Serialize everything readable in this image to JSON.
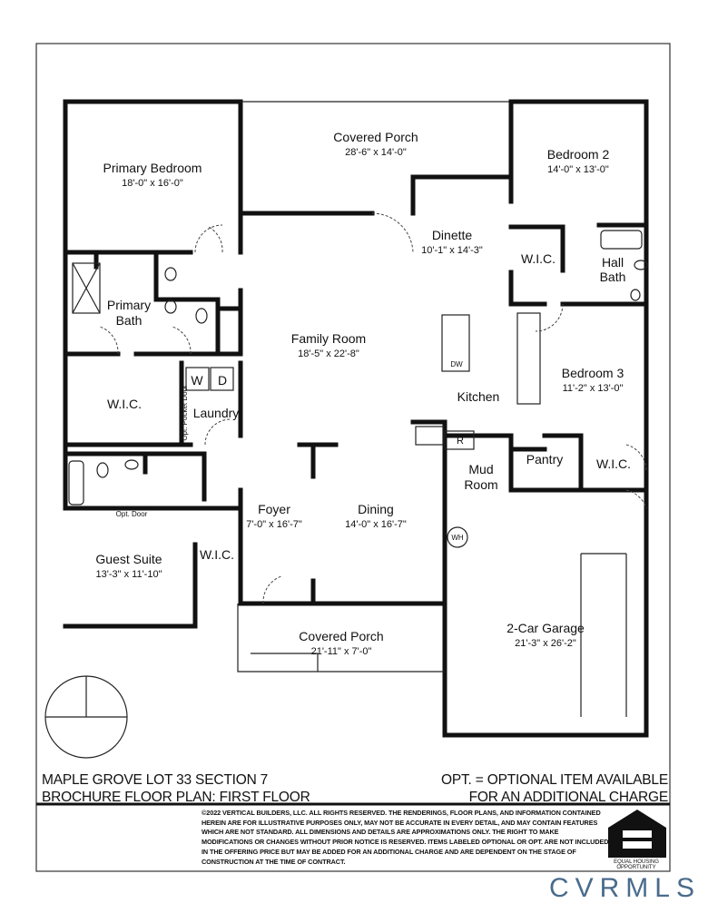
{
  "rooms": {
    "primary_bedroom": {
      "name": "Primary Bedroom",
      "dims": "18'-0\" x 16'-0\""
    },
    "covered_porch_rear": {
      "name": "Covered Porch",
      "dims": "28'-6\" x 14'-0\""
    },
    "bedroom_2": {
      "name": "Bedroom 2",
      "dims": "14'-0\" x 13'-0\""
    },
    "dinette": {
      "name": "Dinette",
      "dims": "10'-1\" x 14'-3\""
    },
    "wic_bed2": {
      "name": "W.I.C."
    },
    "hall_bath": {
      "name": "Hall",
      "name2": "Bath"
    },
    "primary_bath": {
      "name": "Primary",
      "name2": "Bath"
    },
    "family_room": {
      "name": "Family Room",
      "dims": "18'-5\" x 22'-8\""
    },
    "bedroom_3": {
      "name": "Bedroom 3",
      "dims": "11'-2\" x 13'-0\""
    },
    "wic_primary": {
      "name": "W.I.C."
    },
    "laundry": {
      "name": "Laundry",
      "washer": "W",
      "dryer": "D",
      "pocket_door": "Opt. Pocket Door"
    },
    "kitchen": {
      "name": "Kitchen",
      "dw": "DW",
      "fridge": "R"
    },
    "pantry": {
      "name": "Pantry"
    },
    "wic_bed3": {
      "name": "W.I.C."
    },
    "mud_room": {
      "name": "Mud",
      "name2": "Room"
    },
    "opt_door": {
      "name": "Opt. Door"
    },
    "foyer": {
      "name": "Foyer",
      "dims": "7'-0\" x 16'-7\""
    },
    "dining": {
      "name": "Dining",
      "dims": "14'-0\" x 16'-7\""
    },
    "water_heater": {
      "name": "WH"
    },
    "guest_suite": {
      "name": "Guest Suite",
      "dims": "13'-3\" x 11'-10\""
    },
    "wic_guest": {
      "name": "W.I.C."
    },
    "covered_porch_front": {
      "name": "Covered Porch",
      "dims": "21'-11\" x 7'-0\""
    },
    "garage": {
      "name": "2-Car Garage",
      "dims": "21'-3\" x 26'-2\""
    }
  },
  "title_block": {
    "line1": "MAPLE GROVE LOT 33 SECTION 7",
    "line2": "BROCHURE FLOOR PLAN:  FIRST FLOOR",
    "note1": "OPT. = OPTIONAL ITEM AVAILABLE",
    "note2": "FOR AN ADDITIONAL CHARGE"
  },
  "legal": "©2022 VERTICAL BUILDERS, LLC.  ALL RIGHTS RESERVED.  THE RENDERINGS, FLOOR PLANS, AND INFORMATION CONTAINED HEREIN ARE FOR ILLUSTRATIVE PURPOSES ONLY, MAY NOT BE ACCURATE IN EVERY DETAIL, AND MAY CONTAIN FEATURES WHICH ARE NOT STANDARD.  ALL DIMENSIONS AND DETAILS ARE APPROXIMATIONS ONLY.  THE RIGHT TO MAKE MODIFICATIONS OR CHANGES WITHOUT PRIOR NOTICE IS RESERVED.  ITEMS LABELED OPTIONAL OR OPT. ARE NOT INCLUDED IN THE OFFERING PRICE BUT MAY BE ADDED FOR AN ADDITIONAL CHARGE AND ARE DEPENDENT ON THE STAGE OF CONSTRUCTION AT THE TIME OF CONTRACT.",
  "equal_housing": "EQUAL HOUSING OPPORTUNITY",
  "watermark": "CVRMLS",
  "colors": {
    "walls": "#111111",
    "logo": "#4a6b8c"
  }
}
